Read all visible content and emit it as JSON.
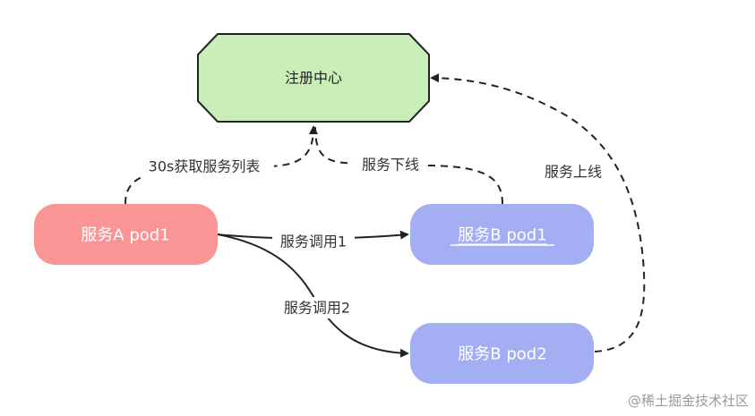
{
  "nodes": {
    "registry": {
      "label": "注册中心",
      "fill": "#c9eeb8",
      "stroke": "#222222"
    },
    "service_a_pod1": {
      "label": "服务A pod1",
      "fill": "#f99595"
    },
    "service_b_pod1": {
      "label": "服务B pod1",
      "fill": "#a4aef2"
    },
    "service_b_pod2": {
      "label": "服务B pod2",
      "fill": "#a4aef2"
    }
  },
  "edges": {
    "fetch_list": {
      "label": "30s获取服务列表",
      "style": "dashed"
    },
    "b1_offline": {
      "label": "服务下线",
      "style": "dashed"
    },
    "b2_online": {
      "label": "服务上线",
      "style": "dashed"
    },
    "call_1": {
      "label": "服务调用1",
      "style": "solid"
    },
    "call_2": {
      "label": "服务调用2",
      "style": "solid"
    }
  },
  "watermark": "@稀土掘金技术社区"
}
